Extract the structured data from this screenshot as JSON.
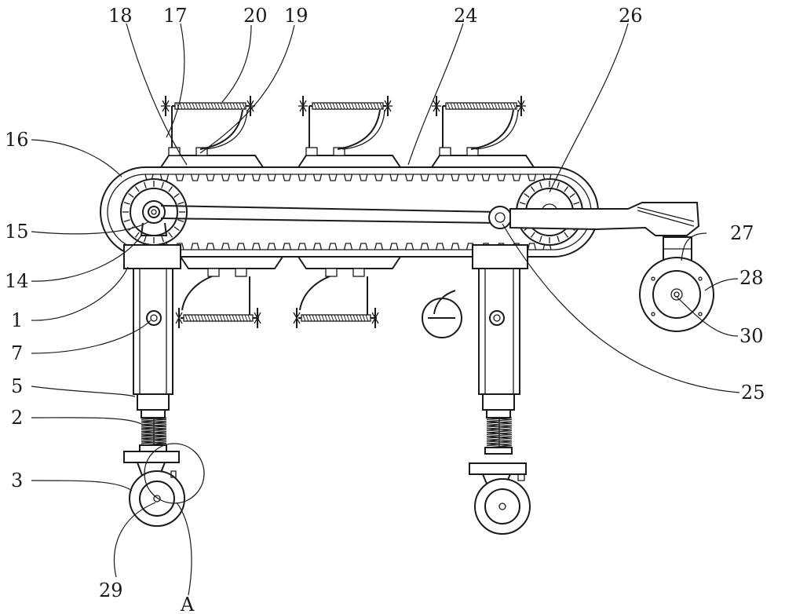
{
  "labels": {
    "l18": "18",
    "l17": "17",
    "l20": "20",
    "l19": "19",
    "l24": "24",
    "l26": "26",
    "l16": "16",
    "l15": "15",
    "l14": "14",
    "l1": "1",
    "l7": "7",
    "l5": "5",
    "l2": "2",
    "l3": "3",
    "l29": "29",
    "lA": "A",
    "l27": "27",
    "l28": "28",
    "l30": "30",
    "l25": "25"
  }
}
